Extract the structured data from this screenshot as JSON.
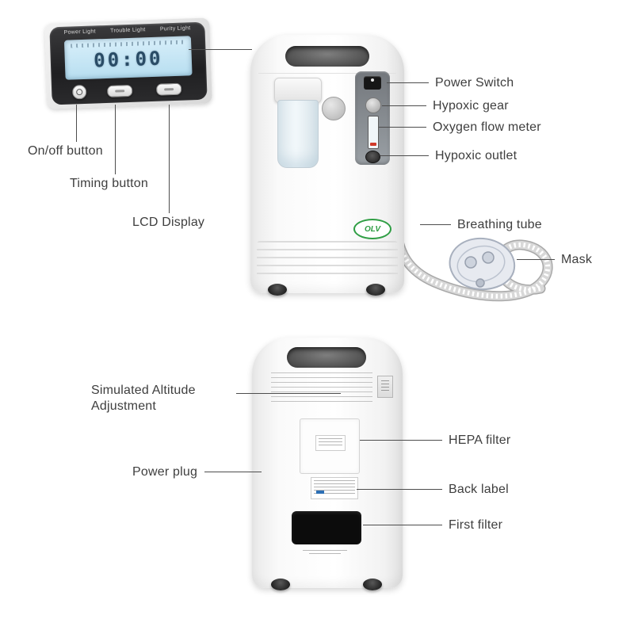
{
  "panel": {
    "lights": [
      "Power Light",
      "Trouble Light",
      "Purity Light"
    ],
    "display": "00:00"
  },
  "front": {
    "logo": "OLV",
    "labels_left": [
      "On/off button",
      "Timing button",
      "LCD Display"
    ],
    "labels_right": [
      "Power Switch",
      "Hypoxic gear",
      "Oxygen flow meter",
      "Hypoxic outlet",
      "Breathing tube",
      "Mask"
    ]
  },
  "back": {
    "labels_left": [
      "Simulated Altitude Adjustment",
      "Power plug"
    ],
    "labels_right": [
      "HEPA filter",
      "Back label",
      "First filter"
    ]
  },
  "colors": {
    "accent_green": "#2f9e44",
    "lcd_blue": "#c8e6f5",
    "label_text": "#3e3e3e"
  }
}
